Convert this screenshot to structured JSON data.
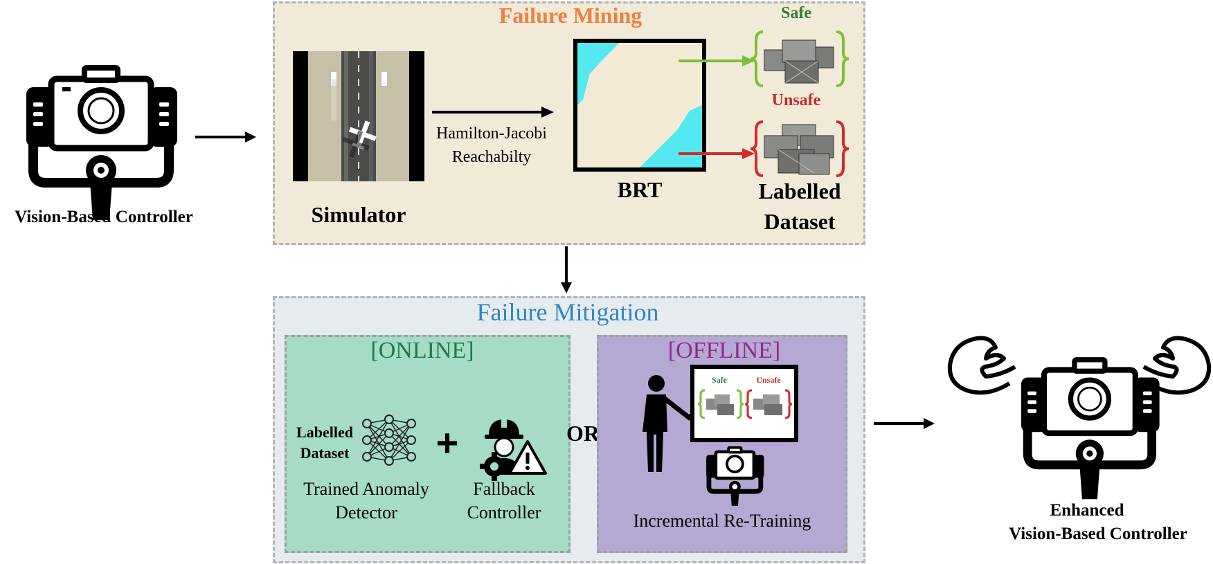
{
  "left_controller": {
    "label": "Vision-Based Controller"
  },
  "failure_mining": {
    "title": "Failure Mining",
    "title_color": "#f07f3c",
    "simulator_label": "Simulator",
    "reachability_line1": "Hamilton-Jacobi",
    "reachability_line2": "Reachabilty",
    "brt_label": "BRT",
    "safe_label": "Safe",
    "safe_color": "#2e7d32",
    "unsafe_label": "Unsafe",
    "unsafe_color": "#c62828",
    "dataset_line1": "Labelled",
    "dataset_line2": "Dataset"
  },
  "failure_mitigation": {
    "title": "Failure Mitigation",
    "title_color": "#2e86c1",
    "online": {
      "title": "[ONLINE]",
      "title_color": "#1e7a4a",
      "dataset_line1": "Labelled",
      "dataset_line2": "Dataset",
      "plus": "+",
      "detector_line1": "Trained Anomaly",
      "detector_line2": "Detector",
      "fallback_line1": "Fallback",
      "fallback_line2": "Controller"
    },
    "or_label": "OR",
    "offline": {
      "title": "[OFFLINE]",
      "title_color": "#8e2a8e",
      "board_safe": "Safe",
      "board_unsafe": "Unsafe",
      "retraining_label": "Incremental Re-Training"
    }
  },
  "right_controller": {
    "label_line1": "Enhanced",
    "label_line2": "Vision-Based Controller"
  },
  "icons": [
    "camera-gimbal-icon",
    "runway-airplane-image",
    "brt-plot-icon",
    "image-stack-icon",
    "neural-network-icon",
    "engineer-warning-icon",
    "teacher-board-icon",
    "flexed-arm-icon"
  ]
}
